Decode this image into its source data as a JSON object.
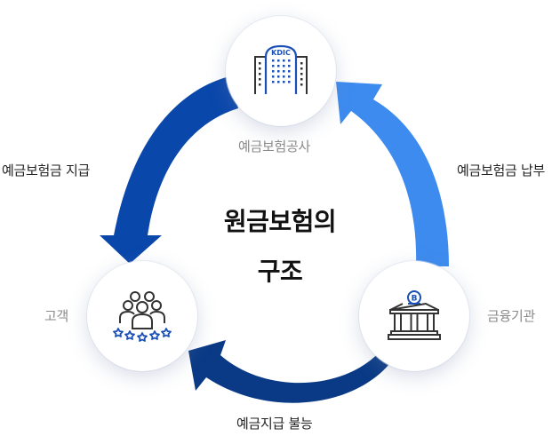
{
  "title": {
    "line1": "원금보험의",
    "line2": "구조"
  },
  "nodes": {
    "top": {
      "label": "예금보험공사",
      "icon": "kdic-building-icon",
      "icon_text": "KDIC"
    },
    "left": {
      "label": "고객",
      "icon": "customers-stars-icon"
    },
    "right": {
      "label": "금융기관",
      "icon": "bank-building-icon",
      "icon_text": "B"
    }
  },
  "arrows": {
    "left": {
      "label": "예금보험금 지급",
      "from": "예금보험공사",
      "to": "고객",
      "color": "#0a47ab"
    },
    "right": {
      "label": "예금보험금 납부",
      "from": "금융기관",
      "to": "예금보험공사",
      "color": "#3d8bef"
    },
    "bottom": {
      "label": "예금지급 불능",
      "from": "금융기관",
      "to": "고객",
      "color": "#0a3a85"
    }
  },
  "colors": {
    "icon_stroke": "#333333",
    "icon_accent": "#1a4fb5",
    "node_label": "#8a8a8a",
    "arrow_label": "#222222"
  }
}
